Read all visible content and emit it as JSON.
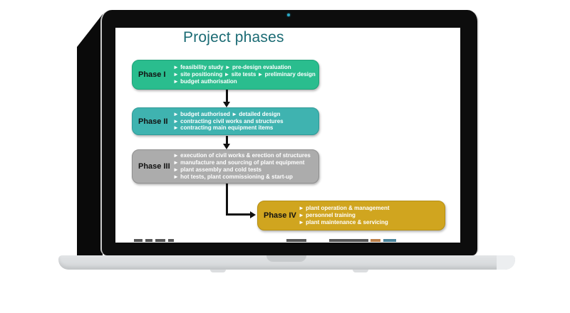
{
  "laptop": {
    "camera_color": "#2ba9c7"
  },
  "slide": {
    "title": "Project phases",
    "title_color": "#1b6b74",
    "arrow_color": "#111111",
    "phases": [
      {
        "label": "Phase I",
        "color": "#2abd8e",
        "border": "#1ea379",
        "text_color": "#ffffff",
        "bullets": [
          "► feasibility study ► pre-design evaluation",
          "► site positioning ► site tests ► preliminary design",
          "► budget authorisation"
        ]
      },
      {
        "label": "Phase II",
        "color": "#3fb3b0",
        "border": "#2f9a97",
        "text_color": "#ffffff",
        "bullets": [
          "► budget authorised ► detailed design",
          "► contracting civil works and structures",
          "► contracting main equipment items"
        ]
      },
      {
        "label": "Phase III",
        "color": "#acacac",
        "border": "#8f8f8f",
        "text_color": "#ffffff",
        "bullets": [
          "► execution of civil works & erection of structures",
          "► manufacture and sourcing of plant equipment",
          "► plant assembly and cold tests",
          "► hot tests, plant commissioning & start-up"
        ]
      },
      {
        "label": "Phase IV",
        "color": "#d0a51f",
        "border": "#b68f15",
        "text_color": "#ffffff",
        "bullets": [
          "► plant operation & management",
          "► personnel training",
          "► plant maintenance & servicing"
        ]
      }
    ]
  }
}
